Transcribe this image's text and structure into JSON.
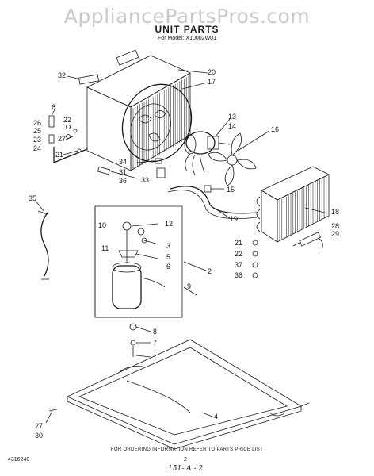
{
  "watermark": "AppliancePartsPros.com",
  "title": "UNIT PARTS",
  "model": "For Model: X10002W01",
  "footer": "FOR ORDERING INFORMATION REFER TO PARTS PRICE LIST",
  "doc_number": "4316240",
  "page_number": "2",
  "handwritten_note": "151- A - 2",
  "callouts": {
    "c20": "20",
    "c17": "17",
    "c32": "32",
    "c6": "6",
    "c26": "26",
    "c22a": "22",
    "c25": "25",
    "c23": "23",
    "c24": "24",
    "c27a": "27",
    "c21a": "21",
    "c13": "13",
    "c14": "14",
    "c16": "16",
    "c34": "34",
    "c31": "31",
    "c36": "36",
    "c33": "33",
    "c15": "15",
    "c35": "35",
    "c10": "10",
    "c12": "12",
    "c3": "3",
    "c11": "11",
    "c5": "5",
    "c6b": "6",
    "c19": "19",
    "c18": "18",
    "c28": "28",
    "c29": "29",
    "c21b": "21",
    "c22b": "22",
    "c37": "37",
    "c38": "38",
    "c2": "2",
    "c9": "9",
    "c8": "8",
    "c7": "7",
    "c1": "1",
    "c4": "4",
    "c27b": "27",
    "c30": "30"
  }
}
